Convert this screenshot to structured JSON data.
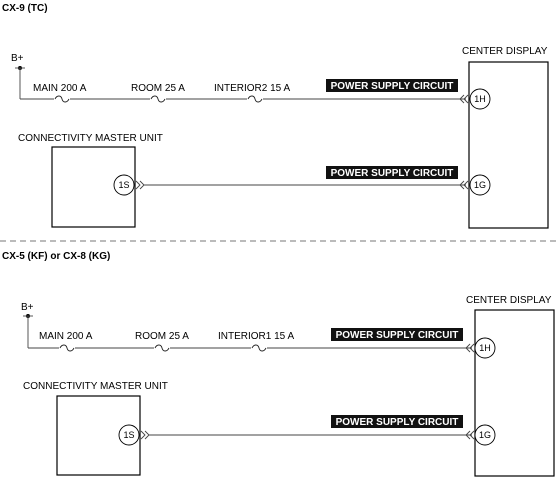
{
  "sections": [
    {
      "title": "CX-9 (TC)",
      "battery": "B+",
      "fuses": [
        "MAIN 200 A",
        "ROOM 25 A",
        "INTERIOR2 15 A"
      ],
      "center_display": "CENTER DISPLAY",
      "cmu": "CONNECTIVITY MASTER UNIT",
      "circuit_labels": [
        "POWER SUPPLY CIRCUIT",
        "POWER SUPPLY CIRCUIT"
      ],
      "pins": {
        "display_top": "1H",
        "display_bottom": "1G",
        "cmu": "1S"
      }
    },
    {
      "title": "CX-5 (KF) or CX-8 (KG)",
      "battery": "B+",
      "fuses": [
        "MAIN 200 A",
        "ROOM 25 A",
        "INTERIOR1 15 A"
      ],
      "center_display": "CENTER DISPLAY",
      "cmu": "CONNECTIVITY MASTER UNIT",
      "circuit_labels": [
        "POWER SUPPLY CIRCUIT",
        "POWER SUPPLY CIRCUIT"
      ],
      "pins": {
        "display_top": "1H",
        "display_bottom": "1G",
        "cmu": "1S"
      }
    }
  ]
}
